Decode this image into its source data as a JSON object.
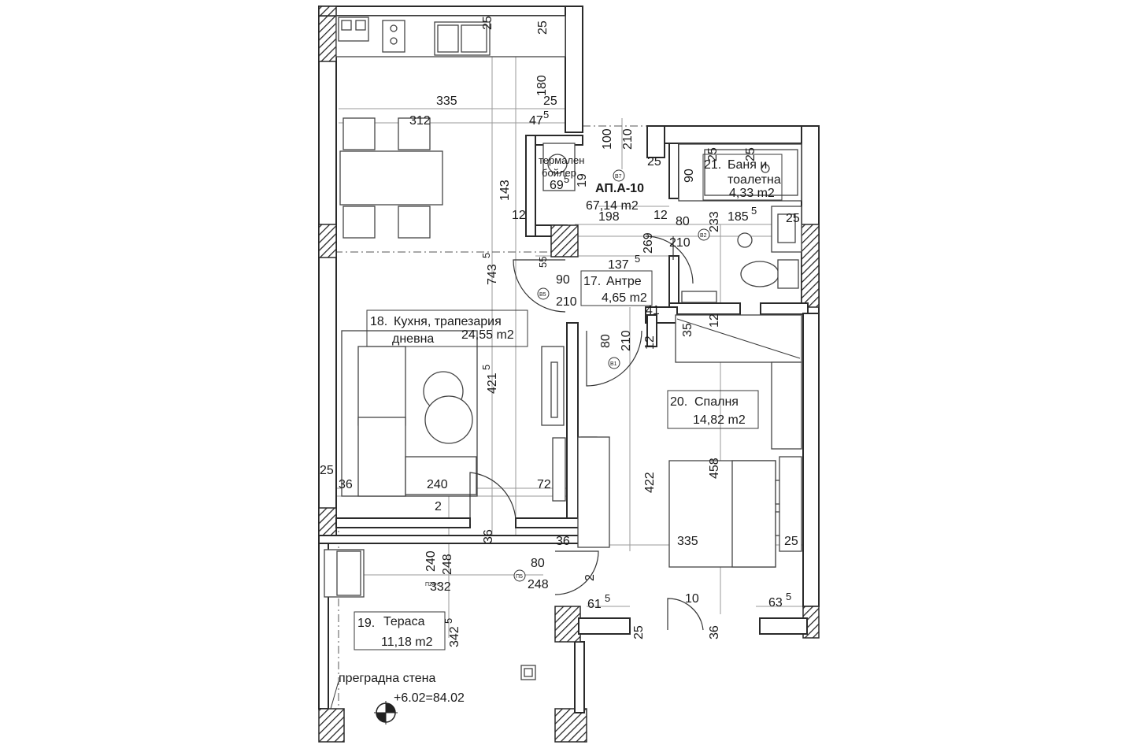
{
  "apartment": {
    "code": "АП.А-10",
    "area": "67,14 m2"
  },
  "rooms": {
    "kitchen": {
      "num": "18.",
      "name1": "Кухня, трапезария",
      "name2": "дневна",
      "area": "24,55 m2"
    },
    "hall": {
      "num": "17.",
      "name": "Антре",
      "area": "4,65 m2"
    },
    "terrace": {
      "num": "19.",
      "name": "Тераса",
      "area": "11,18 m2"
    },
    "bedroom": {
      "num": "20.",
      "name": "Спалня",
      "area": "14,82 m2"
    },
    "bath": {
      "num": "21.",
      "name1": "Баня и",
      "name2": "тоалетна",
      "area": "4,33 m2"
    }
  },
  "labels": {
    "boiler1": "термален",
    "boiler2": "бойлер",
    "partition": "преградна стена",
    "elevation": "+6.02=84.02"
  },
  "tags": {
    "b7": "B7",
    "b2": "B2",
    "b5": "B5",
    "b1": "B1",
    "p5": "П5",
    "p24": "П24-e"
  },
  "dimensions": {
    "d25a": "25",
    "d25b": "25",
    "d180": "180",
    "d25c": "25",
    "d335a": "335",
    "d312": "312",
    "d47": "47",
    "d47sup": "5",
    "d100": "100",
    "d210a": "210",
    "d143": "143",
    "d69": "69",
    "d69sup": "5",
    "d19": "19",
    "d12a": "12",
    "d198": "198",
    "d25d": "25",
    "d90a": "90",
    "d25e": "25",
    "d25f": "25",
    "d12b": "12",
    "d80a": "80",
    "d233": "233",
    "d185": "185",
    "d185sup": "5",
    "d25g": "25",
    "d269": "269",
    "d210b": "210",
    "d137": "137",
    "d137sup": "5",
    "d55": "55",
    "d743": "743",
    "d743sup": "5",
    "d90b": "90",
    "d210c": "210",
    "d41": "41",
    "d35": "35",
    "d12c": "12",
    "d12d": "12",
    "d80b": "80",
    "d210d": "210",
    "d421": "421",
    "d421sup": "5",
    "d422": "422",
    "d458": "458",
    "d25h": "25",
    "d36a": "36",
    "d240a": "240",
    "d72": "72",
    "d2a": "2",
    "d36b": "36",
    "d36c": "36",
    "d335b": "335",
    "d25i": "25",
    "d240b": "240",
    "d248a": "248",
    "d332": "332",
    "d80c": "80",
    "d248b": "248",
    "d2b": "2",
    "d61": "61",
    "d61sup": "5",
    "d10": "10",
    "d63": "63",
    "d63sup": "5",
    "d25j": "25",
    "d36d": "36",
    "d342": "342",
    "d342sup": "5"
  }
}
